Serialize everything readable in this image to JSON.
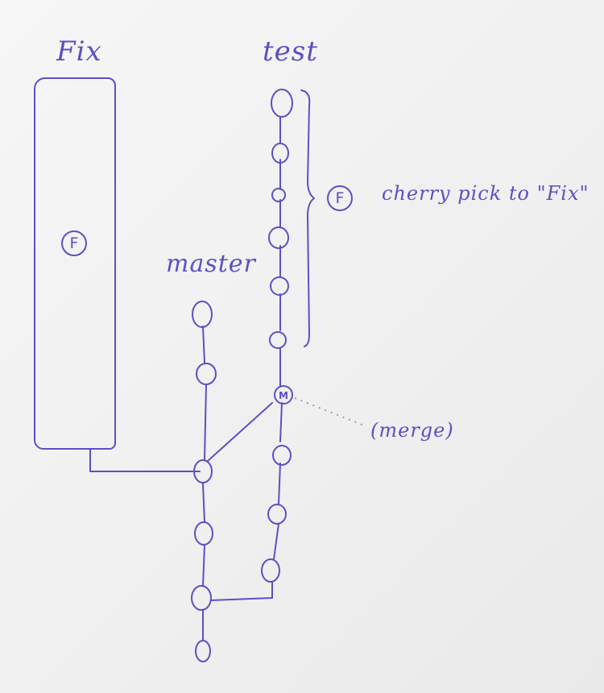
{
  "labels": {
    "fix": "Fix",
    "test": "test",
    "master": "master",
    "merge": "(merge)",
    "cherry_pick": "cherry pick to \"Fix\"",
    "f_marker": "F",
    "m_marker": "M"
  },
  "colors": {
    "ink": "#5b50c6",
    "paper": "#f3f3f3"
  }
}
